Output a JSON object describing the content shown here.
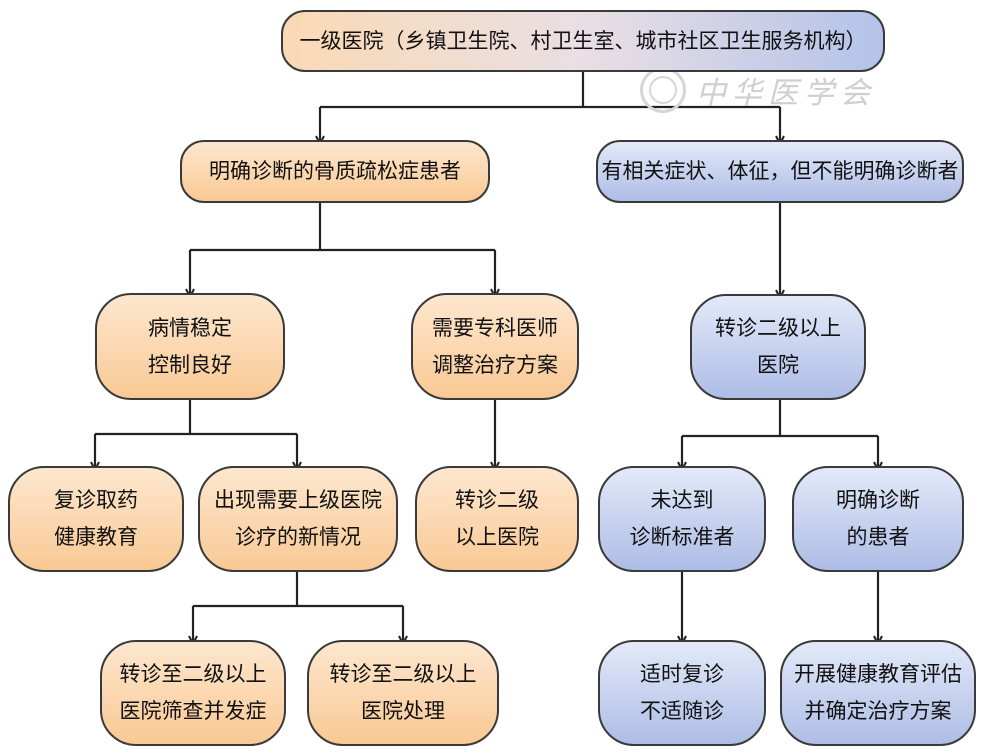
{
  "nodes": {
    "root": "一级医院（乡镇卫生院、村卫生室、城市社区卫生服务机构）",
    "diagnosed": "明确诊断的骨质疏松症患者",
    "undiagnosed": "有相关症状、体征，但不能明确诊断者",
    "stable": [
      "病情稳定",
      "控制良好"
    ],
    "specialist": [
      "需要专科医师",
      "调整治疗方案"
    ],
    "referral_secondary": [
      "转诊二级以上",
      "医院"
    ],
    "followup": [
      "复诊取药",
      "健康教育"
    ],
    "new_situation": [
      "出现需要上级医院",
      "诊疗的新情况"
    ],
    "referral_secondary_2": [
      "转诊二级",
      "以上医院"
    ],
    "not_criteria": [
      "未达到",
      "诊断标准者"
    ],
    "confirmed": [
      "明确诊断",
      "的患者"
    ],
    "screen_complications": [
      "转诊至二级以上",
      "医院筛查并发症"
    ],
    "referral_treatment": [
      "转诊至二级以上",
      "医院处理"
    ],
    "timely_followup": [
      "适时复诊",
      "不适随诊"
    ],
    "education_plan": [
      "开展健康教育评估",
      "并确定治疗方案"
    ]
  },
  "watermark": {
    "text": "中华医学会",
    "color": "#cfcfcf"
  },
  "colors": {
    "orange_fill": "#f9c994",
    "blue_fill": "#aebde6",
    "line": "#222222",
    "border": "#3a3a3a"
  }
}
